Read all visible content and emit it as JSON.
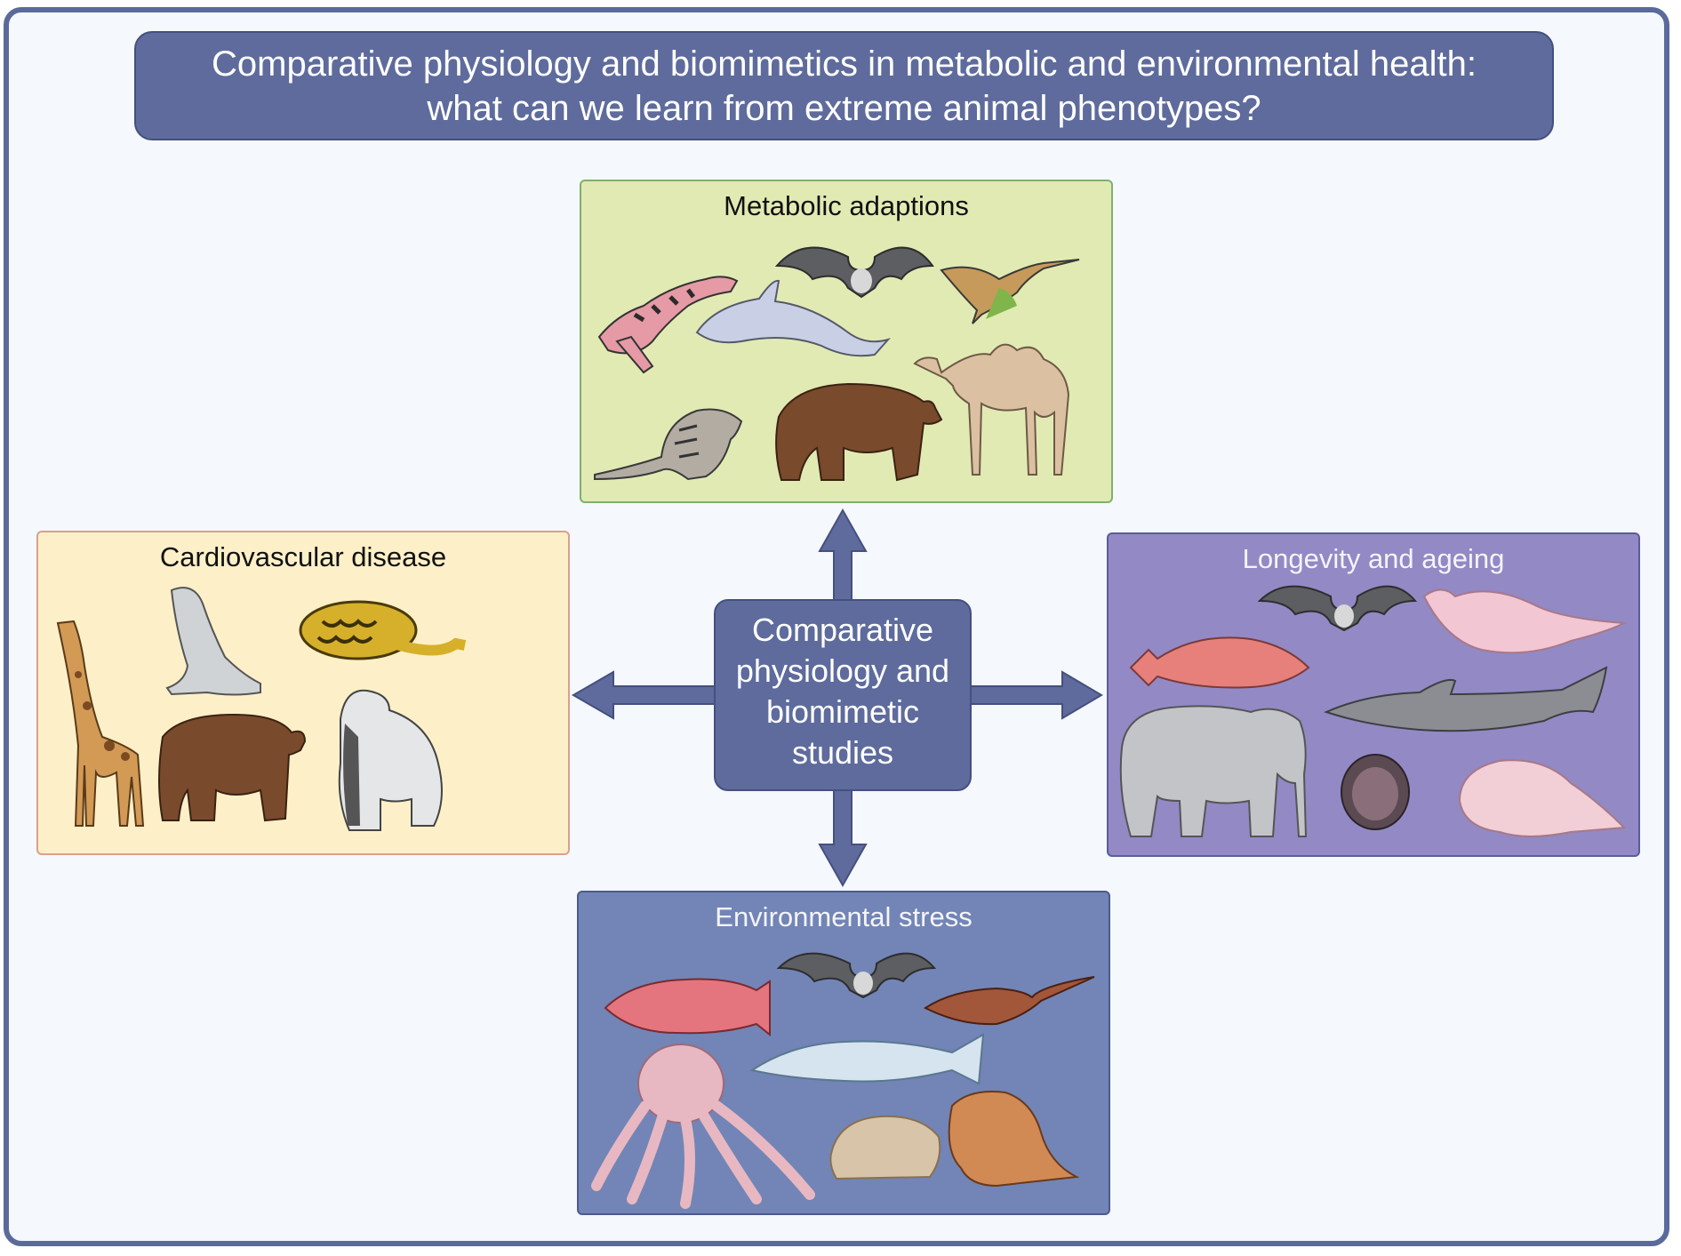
{
  "title": {
    "line1": "Comparative physiology and biomimetics in metabolic and environmental health:",
    "line2": "what can we learn from extreme animal phenotypes?"
  },
  "center": {
    "line1": "Comparative",
    "line2": "physiology and",
    "line3": "biomimetic",
    "line4": "studies"
  },
  "panels": {
    "metabolic": {
      "title": "Metabolic adaptions"
    },
    "cardiovascular": {
      "title": "Cardiovascular disease"
    },
    "longevity": {
      "title": "Longevity and ageing"
    },
    "environmental": {
      "title": "Environmental stress"
    }
  },
  "colors": {
    "accent": "#5e6b9c",
    "metabolic_bg": "#e2eab4",
    "cardiovascular_bg": "#fdf0c8",
    "longevity_bg": "#9389c5",
    "environmental_bg": "#7285b6"
  }
}
